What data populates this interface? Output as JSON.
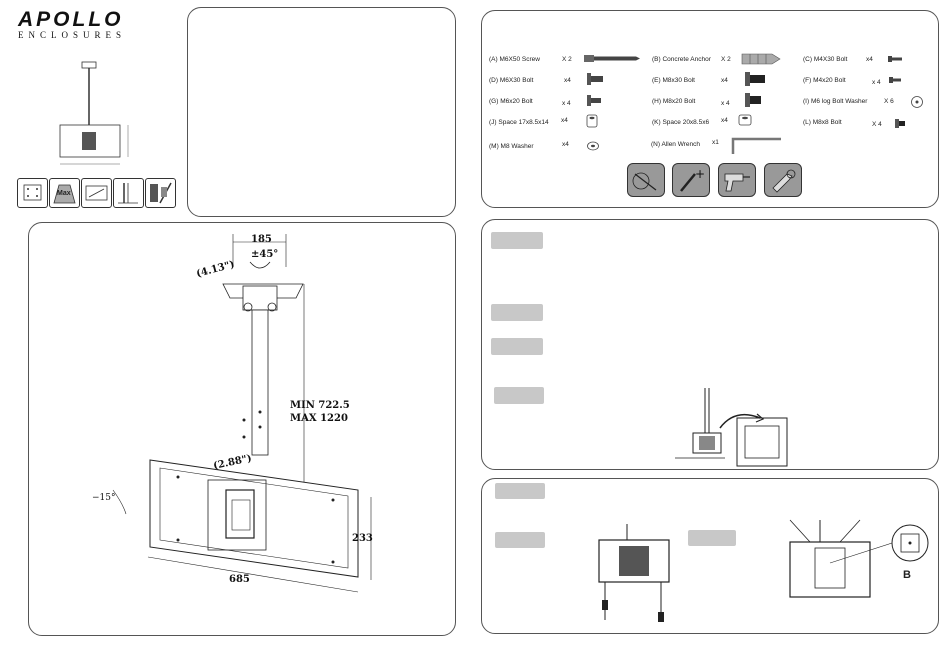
{
  "brand": {
    "name": "APOLLO",
    "sub": "ENCLOSURES"
  },
  "parts": [
    {
      "label": "(A) M6X50 Screw",
      "qty": "X 2",
      "icon": "long-screw-icon"
    },
    {
      "label": "(B) Concrete Anchor",
      "qty": "X 2",
      "icon": "anchor-icon"
    },
    {
      "label": "(C)  M4X30 Bolt",
      "qty": "x4",
      "icon": "small-screw-icon"
    },
    {
      "label": "(D)  M6X30 Bolt",
      "qty": "x4",
      "icon": "bolt-icon"
    },
    {
      "label": "(E) M8x30 Bolt",
      "qty": "x4",
      "icon": "bolt-icon"
    },
    {
      "label": "(F)  M4x20 Bolt",
      "qty": "x 4",
      "icon": "small-screw-icon"
    },
    {
      "label": "(G)  M6x20 Bolt",
      "qty": "x 4",
      "icon": "bolt-icon"
    },
    {
      "label": "(H)  M8x20 Bolt",
      "qty": "x 4",
      "icon": "bolt-icon"
    },
    {
      "label": "(I) M6 log Bolt Washer",
      "qty": "X 6",
      "icon": "washer-icon"
    },
    {
      "label": "(J)  Space 17x8.5x14",
      "qty": "x4",
      "icon": "spacer-icon"
    },
    {
      "label": "(K)  Space 20x8.5x6",
      "qty": "x4",
      "icon": "spacer-icon"
    },
    {
      "label": "(L)  M8x8 Bolt",
      "qty": "X 4",
      "icon": "small-bolt-icon"
    },
    {
      "label": "(M) M8 Washer",
      "qty": "x4",
      "icon": "washer-icon"
    },
    {
      "label": "(N) Allen Wrench",
      "qty": "x1",
      "icon": "allen-wrench-icon"
    }
  ],
  "tools": [
    "level-tool-icon",
    "screwdriver-icon",
    "drill-icon",
    "wrench-icon"
  ],
  "spec_icons": [
    {
      "label": "",
      "icon": "vesa-icon"
    },
    {
      "label": "Max",
      "icon": "max-weight-icon"
    },
    {
      "label": "",
      "icon": "tv-size-icon"
    },
    {
      "label": "",
      "icon": "wall-profile-icon"
    },
    {
      "label": "",
      "icon": "stud-wall-icon"
    }
  ],
  "dims": {
    "width_top": "185",
    "rotate": "±45°",
    "inch_top": "(4.13\")",
    "min_max": "MIN 722.5\nMAX 1220",
    "min": "MIN 722.5",
    "max": "MAX 1220",
    "inch_mid": "(2.88\")",
    "tilt": "−15°",
    "height": "233",
    "width_bottom": "685"
  },
  "callout": "B"
}
